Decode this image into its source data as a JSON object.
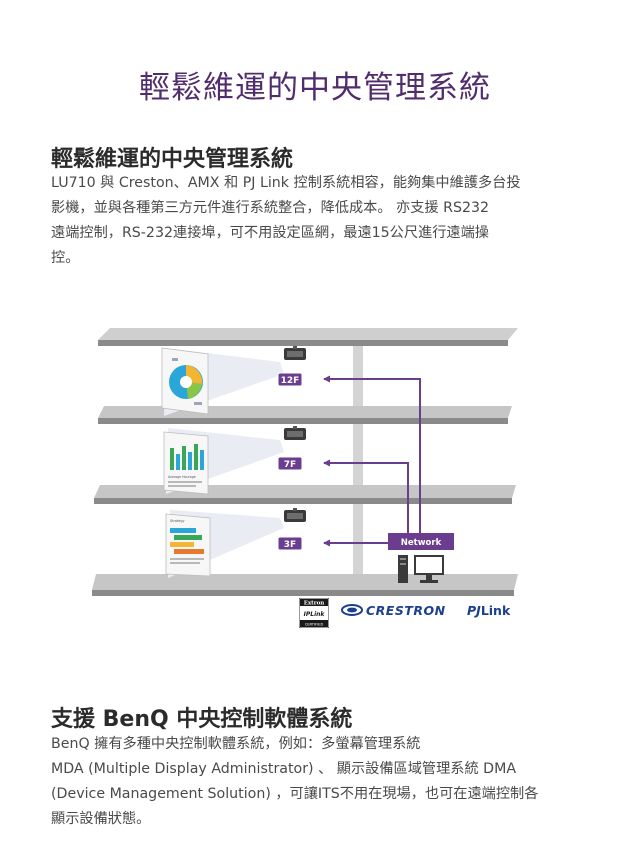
{
  "page": {
    "title": "輕鬆維運的中央管理系統"
  },
  "section1": {
    "heading": "輕鬆維運的中央管理系統",
    "lines": [
      "LU710 與 Creston、AMX 和 PJ Link 控制系統相容，能夠集中維護多台投",
      "影機，並與各種第三方元件進行系統整合，降低成本。 亦支援 RS232",
      "遠端控制，RS-232連接埠，可不用設定區網，最遠15公尺進行遠端操",
      "控。"
    ]
  },
  "diagram": {
    "floors": [
      "12F",
      "7F",
      "3F"
    ],
    "network_label": "Network",
    "colors": {
      "accent": "#6b3d8e",
      "shelf_top": "#c6c6c6",
      "shelf_front": "#8a8a8a",
      "wall": "#dadada"
    },
    "slide_mini_texts": [
      "Average Hourage",
      "Strategy"
    ]
  },
  "logos": {
    "extron_top": "Extron",
    "extron_mid": "IPLink",
    "extron_bottom": "CERTIFIED",
    "crestron": "CRESTRON",
    "pjlink_pj": "PJ",
    "pjlink_link": "Link"
  },
  "section2": {
    "heading": "支援 BenQ 中央控制軟體系統",
    "lines": [
      "BenQ 擁有多種中央控制軟體系統，例如：多螢幕管理系統",
      " MDA (Multiple Display Administrator) 、 顯示設備區域管理系統 DMA",
      "(Device Management Solution) ，可讓ITS不用在現場，也可在遠端控制各",
      "顯示設備狀態。"
    ]
  }
}
